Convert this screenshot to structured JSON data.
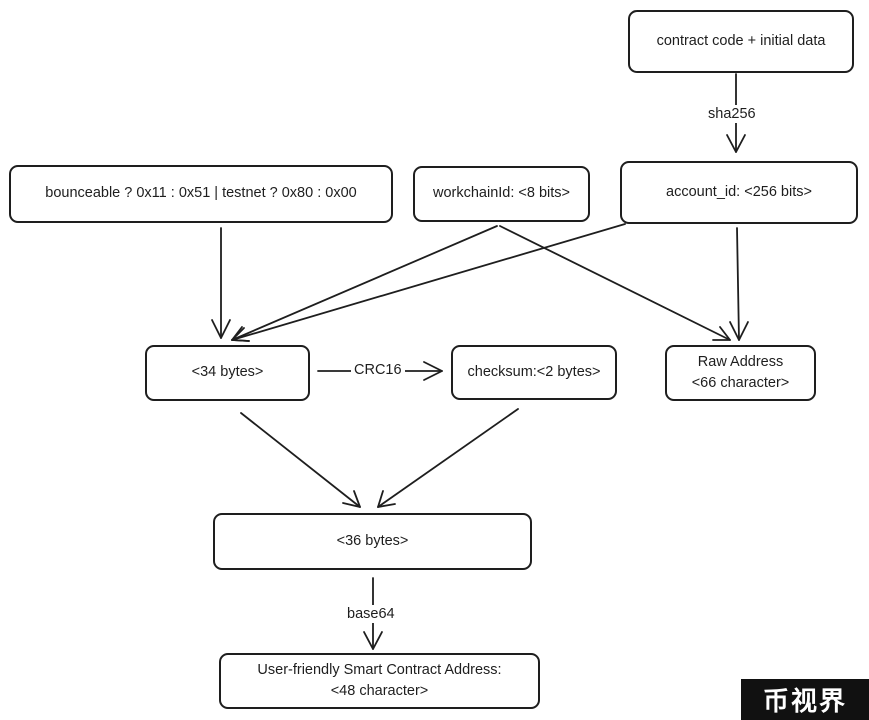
{
  "nodes": {
    "contract_code": "contract code + initial data",
    "flags": "bounceable ? 0x11 : 0x51 | testnet ? 0x80 : 0x00",
    "workchain": "workchainId: <8 bits>",
    "account_id": "account_id: <256 bits>",
    "bytes34": "<34 bytes>",
    "checksum": "checksum:<2 bytes>",
    "raw_address": {
      "line1": "Raw Address",
      "line2": "<66 character>"
    },
    "bytes36": "<36 bytes>",
    "user_friendly": {
      "line1": "User-friendly Smart Contract Address:",
      "line2": "<48 character>"
    }
  },
  "edge_labels": {
    "sha256": "sha256",
    "crc16": "CRC16",
    "base64": "base64"
  },
  "watermark": "币视界"
}
